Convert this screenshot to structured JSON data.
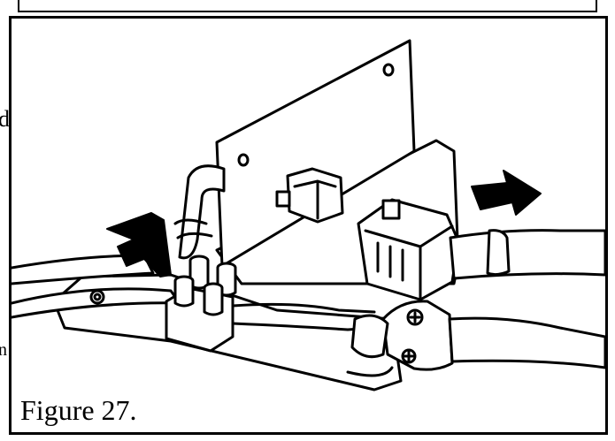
{
  "figure": {
    "caption": "Figure 27."
  },
  "edge_fragments": {
    "d": "d",
    "n": "n"
  },
  "illustration": {
    "subject": "bracket-with-connectors-and-arrows"
  }
}
